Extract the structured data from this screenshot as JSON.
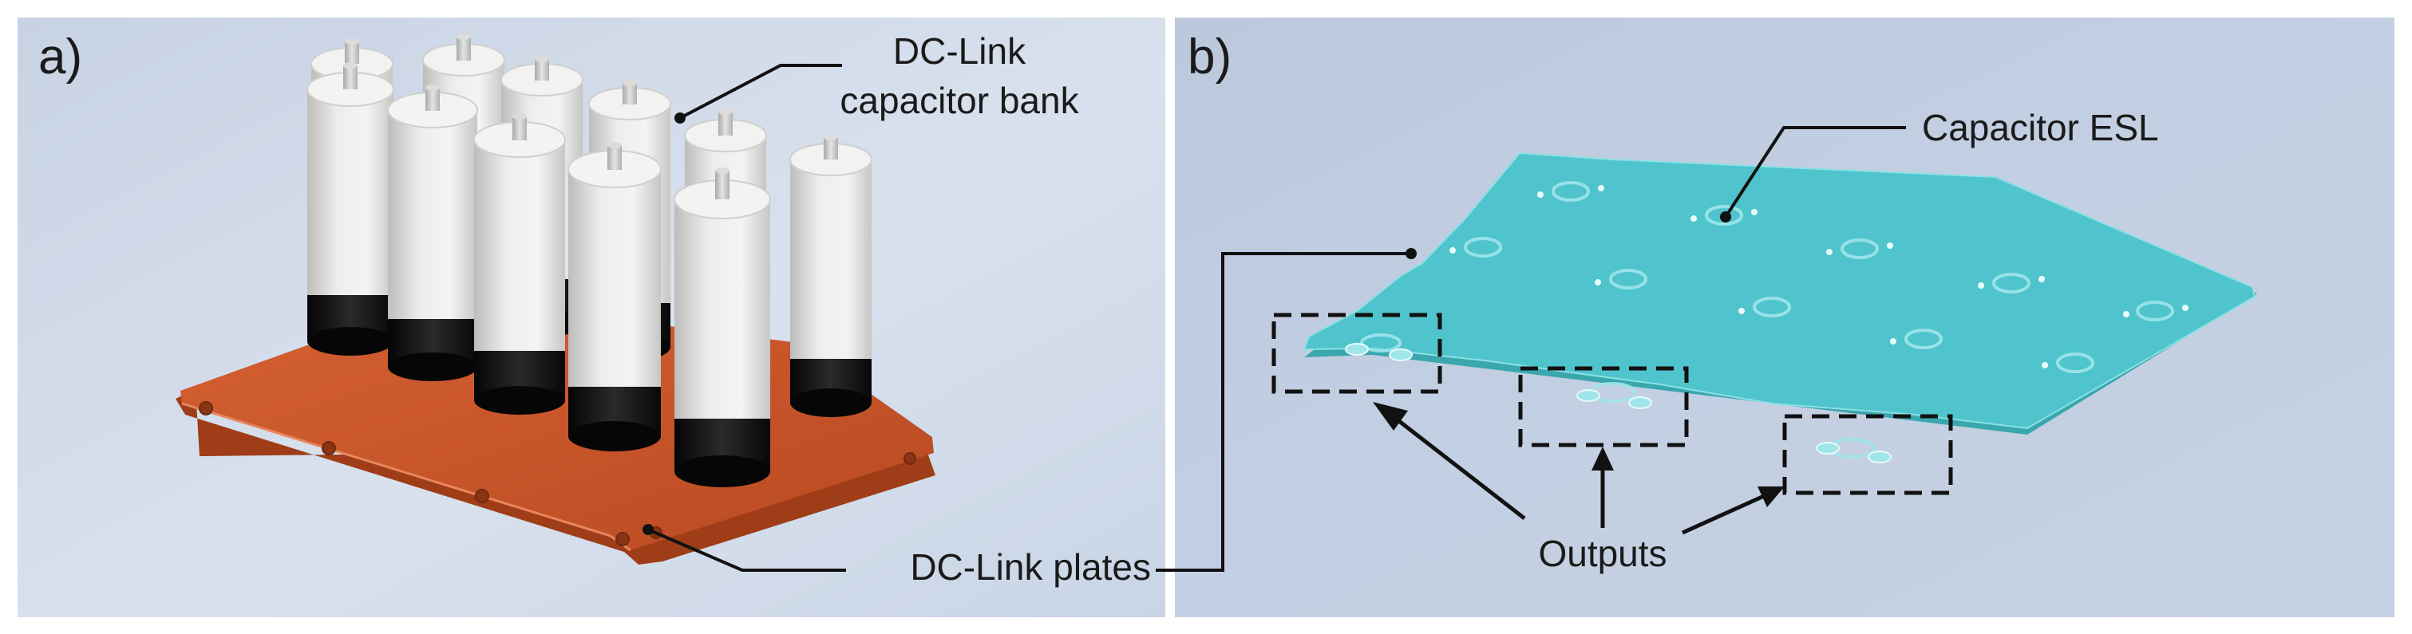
{
  "panel_a": {
    "tag": "a)",
    "label_bank_line1": "DC-Link",
    "label_bank_line2": "capacitor bank",
    "label_plates": "DC-Link plates",
    "plate_color": "#c9552a",
    "capacitor_color": "#e6e6e4",
    "capacitor_base_color": "#111111"
  },
  "panel_b": {
    "tag": "b)",
    "label_esl": "Capacitor ESL",
    "label_outputs": "Outputs",
    "board_color": "#4fc4cc"
  }
}
